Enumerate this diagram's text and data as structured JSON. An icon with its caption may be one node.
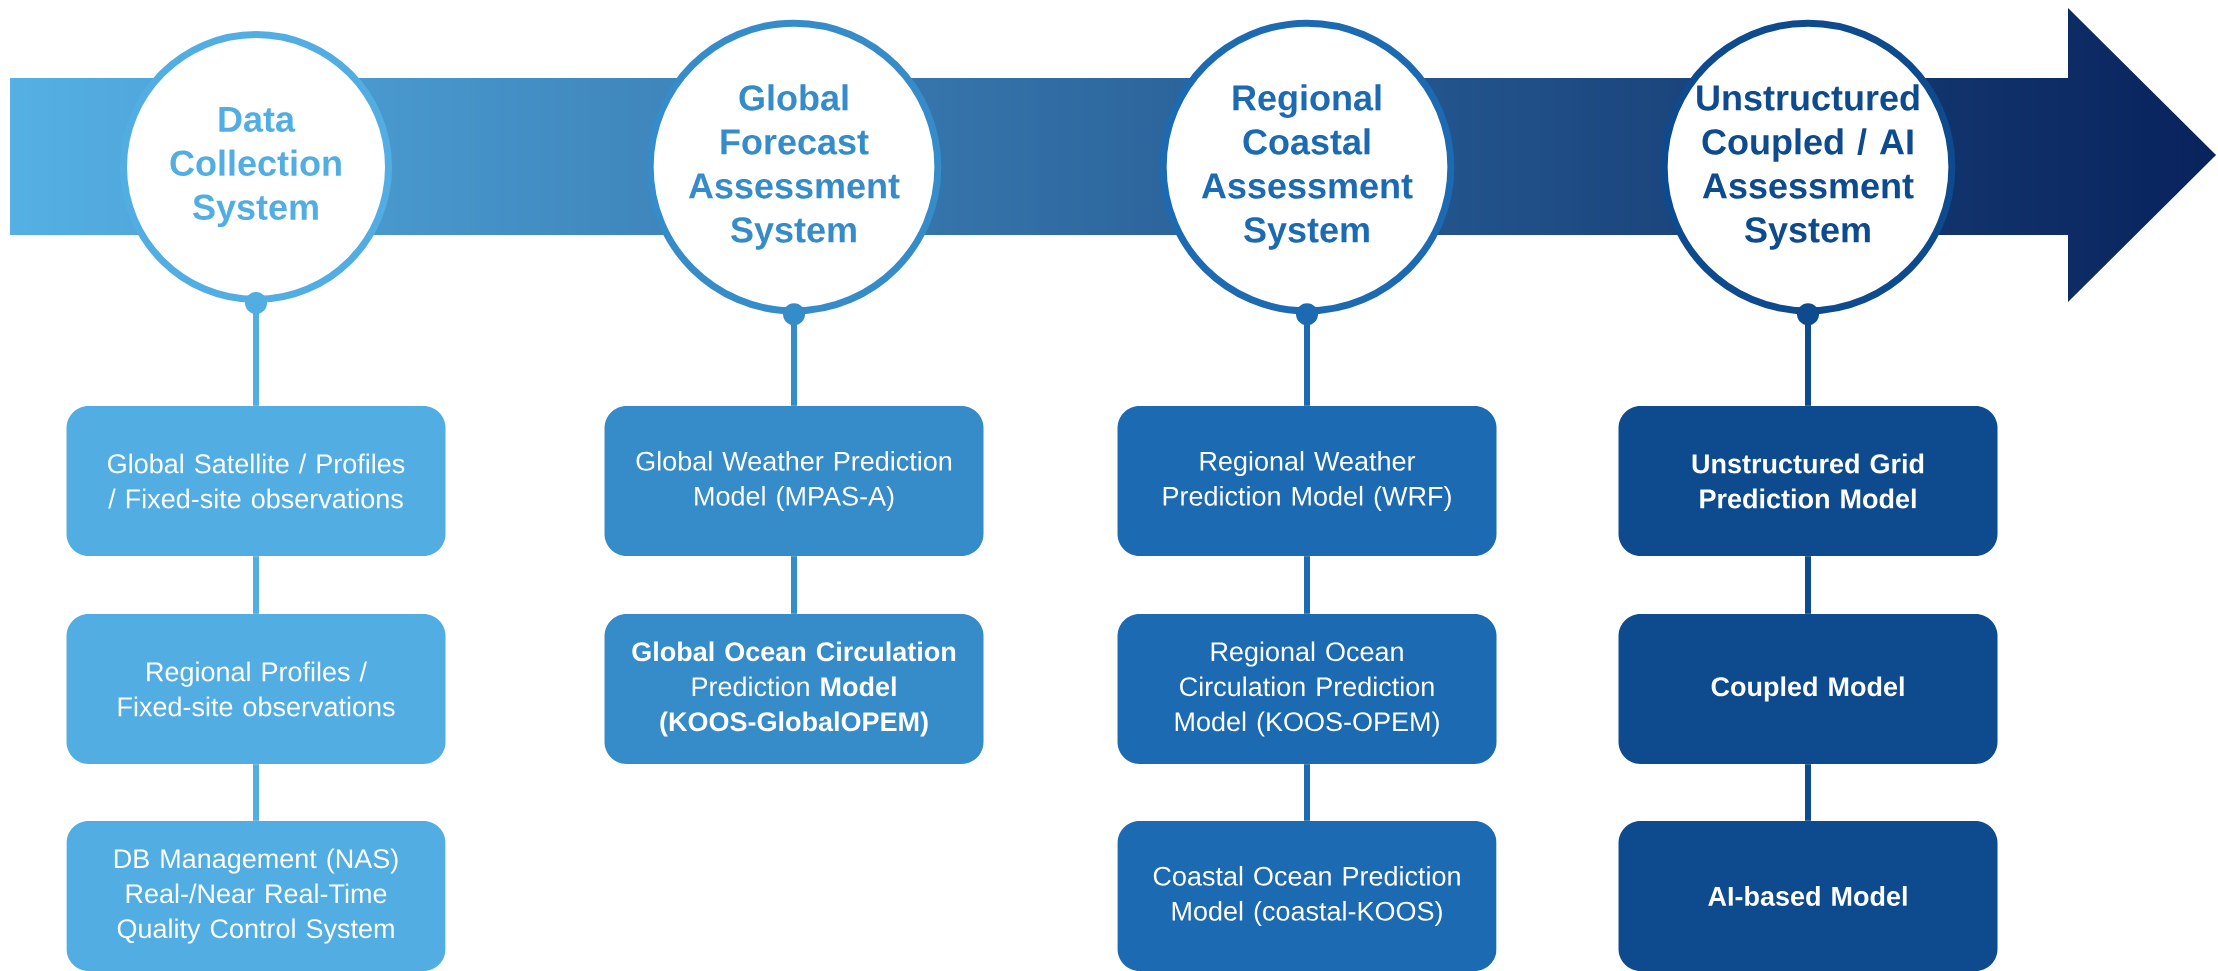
{
  "diagram": {
    "nodes": [
      {
        "text": [
          "Data Collection System"
        ]
      },
      {
        "text": [
          "Global Forecast Assessment System"
        ]
      },
      {
        "text": [
          "Regional Coastal Assessment System"
        ]
      },
      {
        "text": [
          "Unstructured Coupled / AI Assessment System"
        ]
      },
      {
        "text": [
          "Global Satellite / Profiles / Fixed-site observations"
        ]
      },
      {
        "text": [
          "Regional Profiles / Fixed-site observations"
        ]
      },
      {
        "text": [
          "DB Management (NAS) Real-/Near Real-Time Quality Control System"
        ]
      },
      {
        "text": [
          "Global Weather Prediction Model (MPAS-A)"
        ]
      },
      {
        "text": [
          "**Global Ocean Circulation** Prediction **Model (KOOS-GlobalOPEM)**"
        ]
      },
      {
        "text": [
          "Regional Weather Prediction Model (WRF)"
        ]
      },
      {
        "text": [
          "Regional Ocean Circulation Prediction Model (KOOS-OPEM)"
        ]
      },
      {
        "text": [
          "Coastal Ocean Prediction Model (coastal-KOOS)"
        ]
      },
      {
        "text": [
          "Unstructured Grid Prediction Model"
        ]
      },
      {
        "text": [
          "Coupled Model"
        ]
      },
      {
        "text": [
          "AI-based Model"
        ]
      }
    ],
    "edges": [
      {
        "from": 0,
        "to": 4,
        "arrow": "other",
        "color": "#52aee2"
      },
      {
        "from": 4,
        "to": 5,
        "arrow": "none",
        "color": "#52aee2"
      },
      {
        "from": 5,
        "to": 6,
        "arrow": "none",
        "color": "#52aee2"
      },
      {
        "from": 1,
        "to": 7,
        "arrow": "other",
        "color": "#368bc9"
      },
      {
        "from": 7,
        "to": 8,
        "arrow": "none",
        "color": "#368bc9"
      },
      {
        "from": 2,
        "to": 9,
        "arrow": "other",
        "color": "#1c6ab2"
      },
      {
        "from": 9,
        "to": 10,
        "arrow": "none",
        "color": "#1c6ab2"
      },
      {
        "from": 10,
        "to": 11,
        "arrow": "none",
        "color": "#1c6ab2"
      },
      {
        "from": 3,
        "to": 12,
        "arrow": "other",
        "color": "#0e4a8e"
      },
      {
        "from": 12,
        "to": 13,
        "arrow": "none",
        "color": "#0e4a8e"
      },
      {
        "from": 13,
        "to": 14,
        "arrow": "none",
        "color": "#0e4a8e"
      }
    ]
  }
}
